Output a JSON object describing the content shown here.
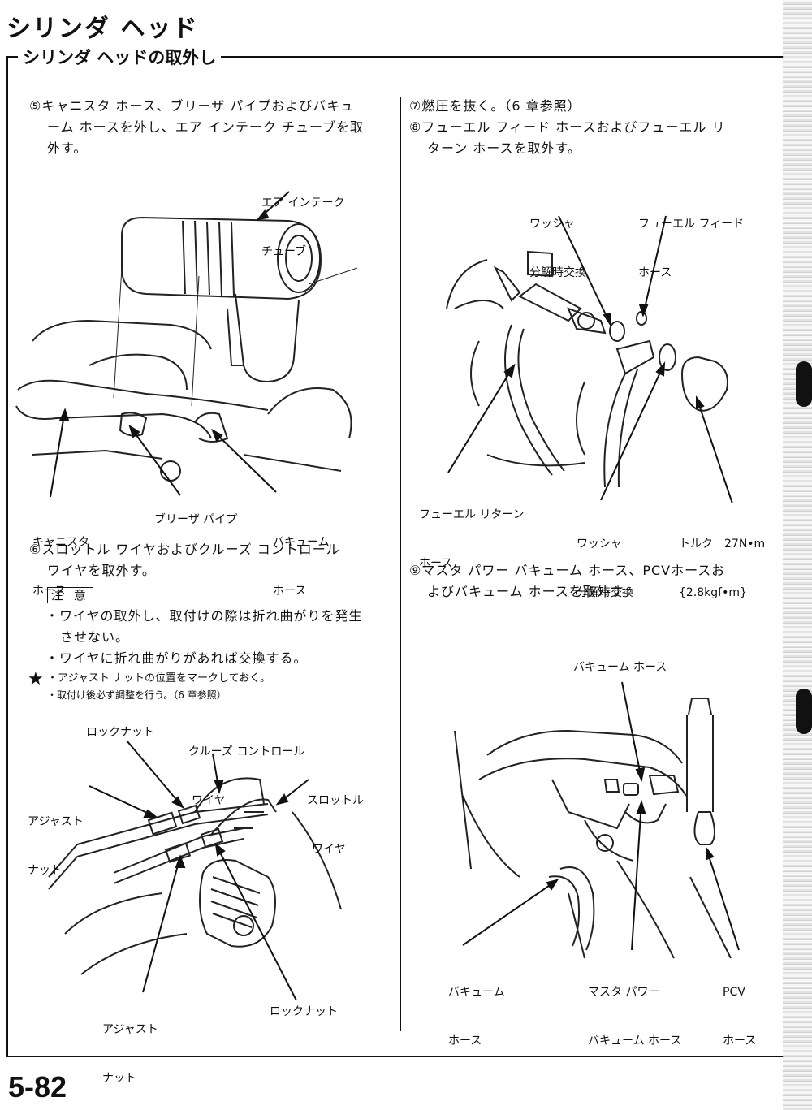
{
  "header": {
    "title": "シリンダ ヘッド",
    "section": "シリンダ ヘッドの取外し"
  },
  "left": {
    "step5": [
      "⑤キャニスタ ホース、ブリーザ パイプおよびバキュ",
      "ーム ホースを外し、エア インテーク チューブを取",
      "外す。"
    ],
    "fig1": {
      "air_intake": [
        "エア インテーク",
        "チューブ"
      ],
      "canister": [
        "キャニスタ",
        "ホース"
      ],
      "breather": "ブリーザ パイプ",
      "vacuum": [
        "バキューム",
        "ホース"
      ]
    },
    "step6": [
      "⑥スロットル ワイヤおよびクルーズ コントロール",
      "ワイヤを取外す。"
    ],
    "caution_label": "注 意",
    "cautions": [
      "・ワイヤの取外し、取付けの際は折れ曲がりを発生",
      "させない。",
      "・ワイヤに折れ曲がりがあれば交換する。"
    ],
    "star": "★",
    "star_notes": [
      "・アジャスト ナットの位置をマークしておく。",
      "・取付け後必ず調整を行う。（6 章参照）"
    ],
    "fig2": {
      "cruise": [
        "クルーズ コントロール",
        "ワイヤ"
      ],
      "locknut_top": "ロックナット",
      "throttle": [
        "スロットル",
        "ワイヤ"
      ],
      "adjust_top": [
        "アジャスト",
        "ナット"
      ],
      "adjust_bottom": [
        "アジャスト",
        "ナット"
      ],
      "locknut_bottom": "ロックナット"
    }
  },
  "right": {
    "step7": "⑦燃圧を抜く。（6 章参照）",
    "step8": [
      "⑧フューエル フィード ホースおよびフューエル リ",
      "ターン ホースを取外す。"
    ],
    "fig3": {
      "washer_top": [
        "ワッシャ",
        "分解時交換"
      ],
      "feed": [
        "フューエル フィード",
        "ホース"
      ],
      "return": [
        "フューエル リターン",
        "ホース"
      ],
      "washer_bottom": [
        "ワッシャ",
        "分解時交換"
      ],
      "torque": [
        "トルク　27N•m",
        "{2.8kgf•m}"
      ]
    },
    "step9": [
      "⑨マスタ パワー バキューム ホース、PCVホースお",
      "よびバキューム ホースを取外す。"
    ],
    "fig4": {
      "vacuum_top": "バキューム ホース",
      "vacuum_left": [
        "バキューム",
        "ホース"
      ],
      "master": [
        "マスタ パワー",
        "バキューム ホース"
      ],
      "pcv": [
        "PCV",
        "ホース"
      ]
    }
  },
  "footer": {
    "page": "5-82"
  }
}
